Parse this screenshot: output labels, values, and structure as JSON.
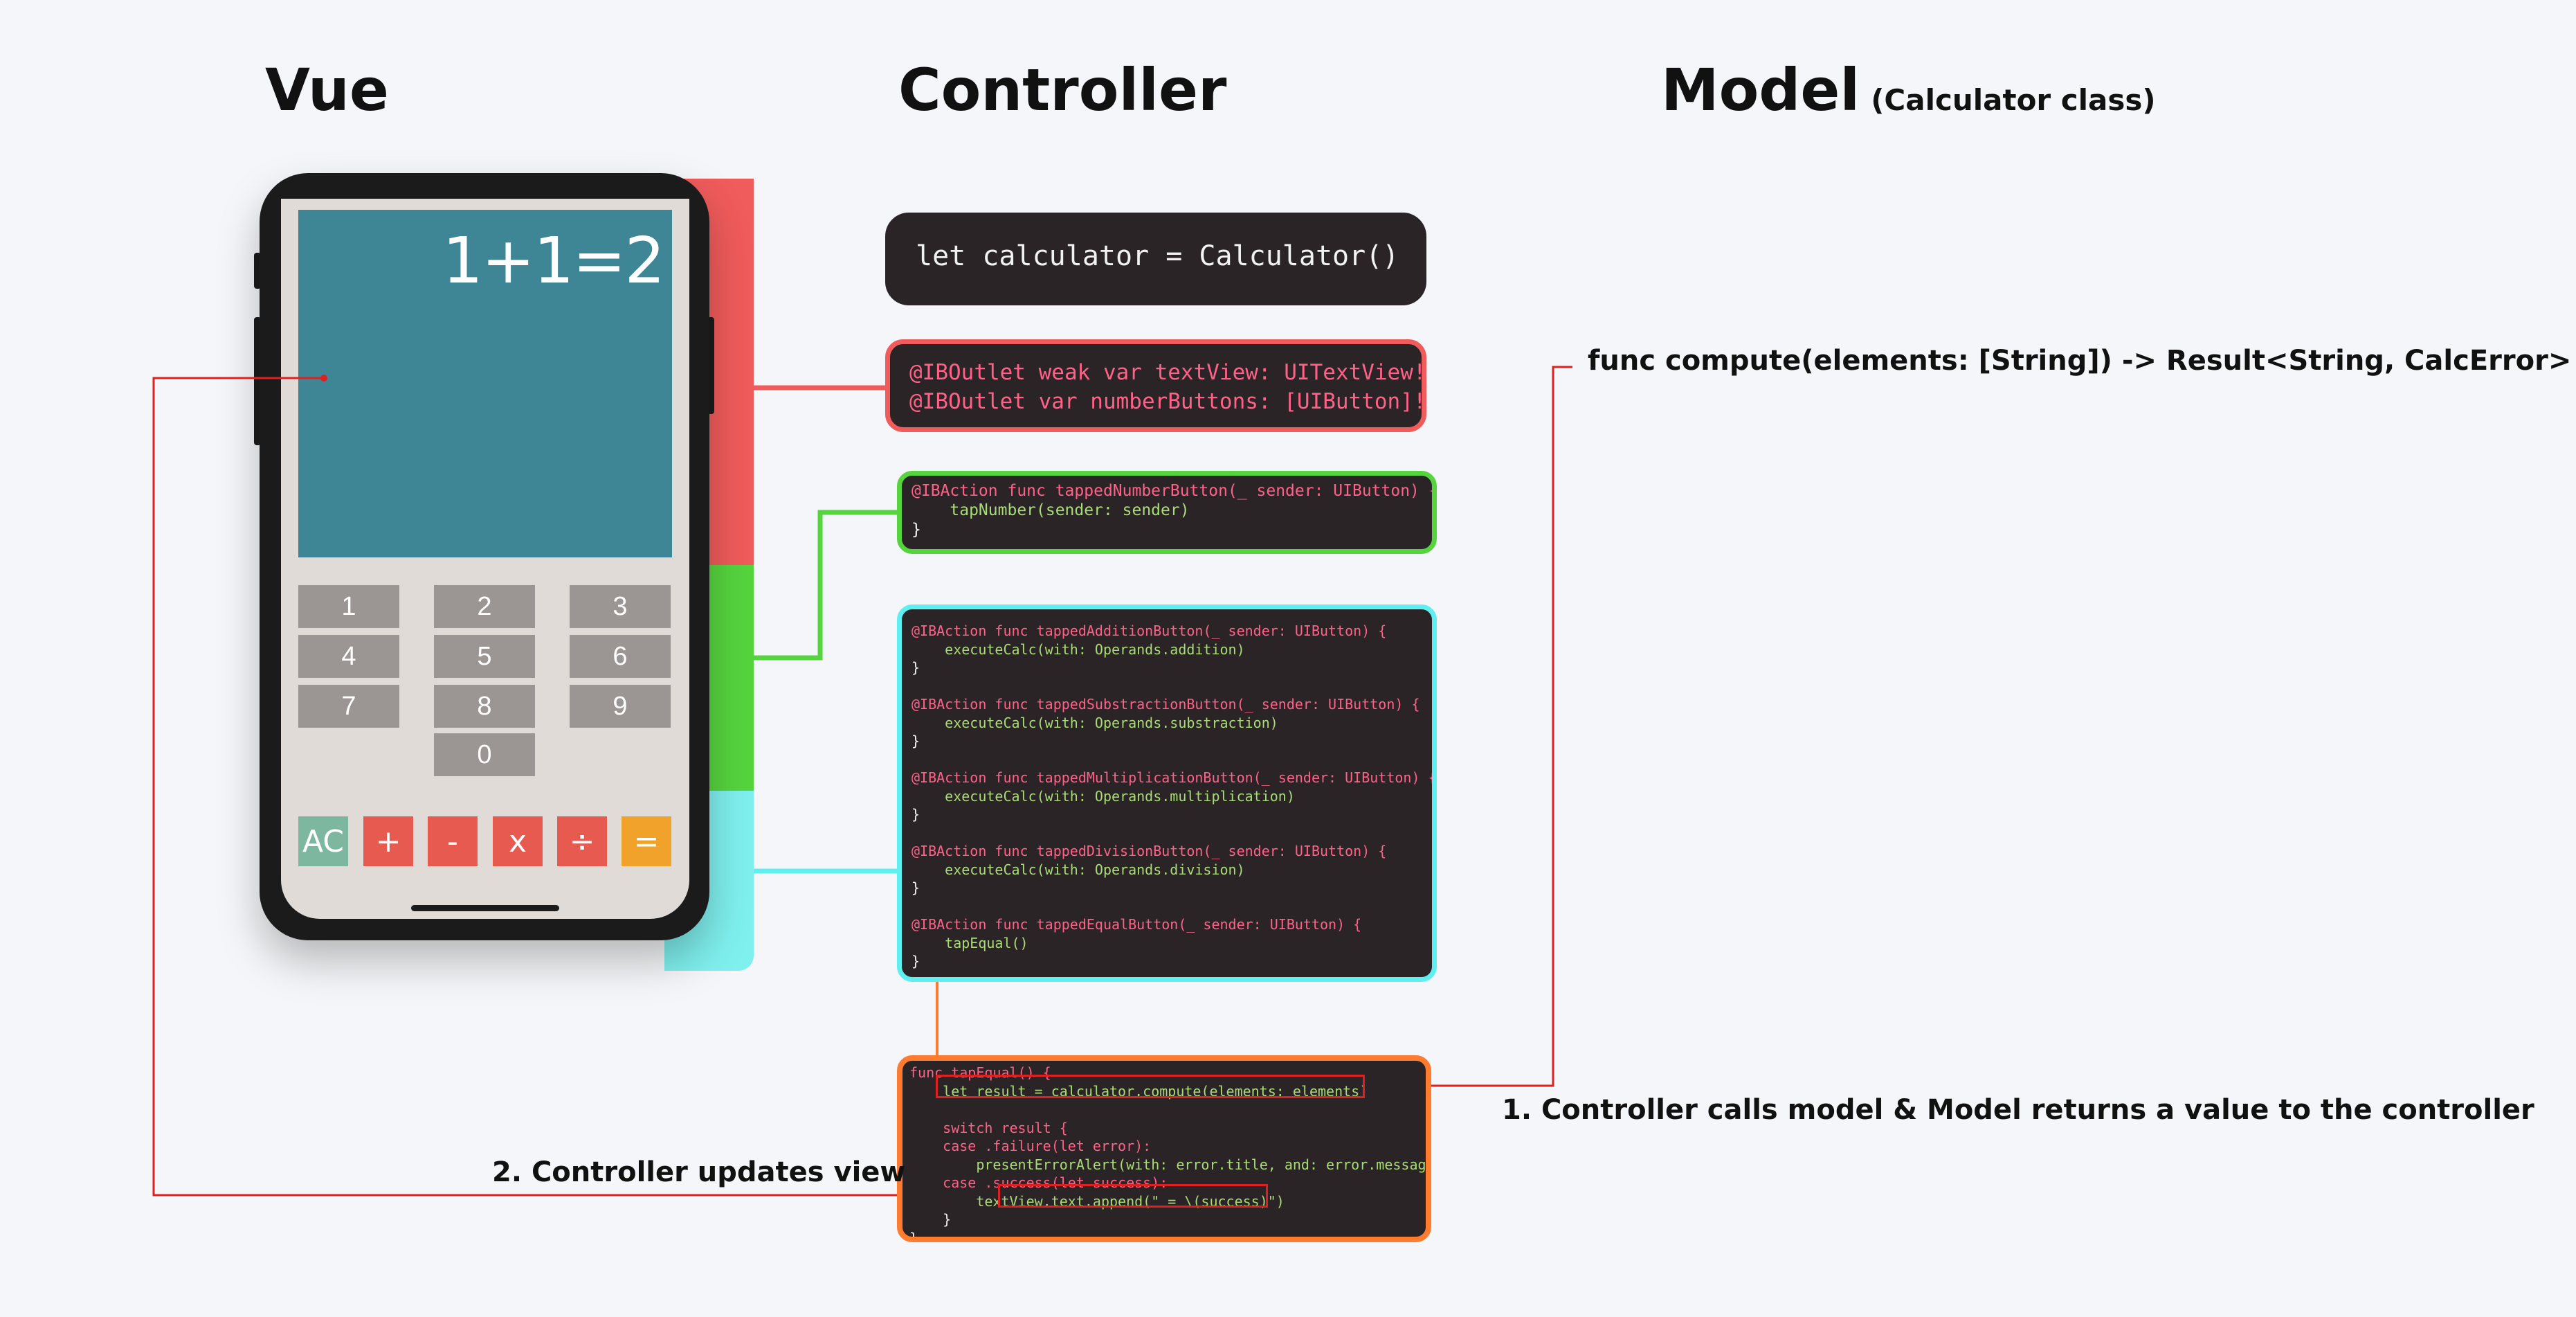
{
  "headings": {
    "view": "Vue",
    "controller": "Controller",
    "model": "Model",
    "model_sub": "(Calculator class)"
  },
  "colors": {
    "view_panel_red": "#f05b5b",
    "green": "#55d43e",
    "cyan": "#5ef0f0",
    "orange": "#ff7b30",
    "arrow_red": "#e02020",
    "screen": "#3e8696"
  },
  "phone": {
    "display": "1+1=2",
    "keys": [
      "1",
      "2",
      "3",
      "4",
      "5",
      "6",
      "7",
      "8",
      "9",
      "0"
    ],
    "operators": [
      {
        "label": "AC",
        "color": "#7eb79f"
      },
      {
        "label": "+",
        "color": "#e65a4f"
      },
      {
        "label": "-",
        "color": "#e65a4f"
      },
      {
        "label": "x",
        "color": "#e65a4f"
      },
      {
        "label": "÷",
        "color": "#e65a4f"
      },
      {
        "label": "=",
        "color": "#f0a22a"
      }
    ]
  },
  "code": {
    "instance": "let calculator = Calculator()",
    "outlets": [
      "@IBOutlet weak var textView: UITextView!",
      "@IBOutlet var numberButtons: [UIButton]!"
    ],
    "number_action": [
      "@IBAction func tappedNumberButton(_ sender: UIButton) {",
      "    tapNumber(sender: sender)",
      "}"
    ],
    "operator_actions": [
      "@IBAction func tappedAdditionButton(_ sender: UIButton) {",
      "    executeCalc(with: Operands.addition)",
      "}",
      "",
      "@IBAction func tappedSubstractionButton(_ sender: UIButton) {",
      "    executeCalc(with: Operands.substraction)",
      "}",
      "",
      "@IBAction func tappedMultiplicationButton(_ sender: UIButton) {",
      "    executeCalc(with: Operands.multiplication)",
      "}",
      "",
      "@IBAction func tappedDivisionButton(_ sender: UIButton) {",
      "    executeCalc(with: Operands.division)",
      "}",
      "",
      "@IBAction func tappedEqualButton(_ sender: UIButton) {",
      "    tapEqual()",
      "}"
    ],
    "tap_equal": [
      "func tapEqual() {",
      "    let result = calculator.compute(elements: elements)",
      "",
      "    switch result {",
      "    case .failure(let error):",
      "        presentErrorAlert(with: error.title, and: error.message)",
      "    case .success(let success):",
      "        textView.text.append(\" = \\(success)\")",
      "    }",
      "}"
    ]
  },
  "model": {
    "signature": "func compute(elements: [String]) -> Result<String, CalcError>"
  },
  "notes": {
    "step1": "1. Controller calls model  & Model returns a value to the controller",
    "step2": "2. Controller updates view"
  }
}
